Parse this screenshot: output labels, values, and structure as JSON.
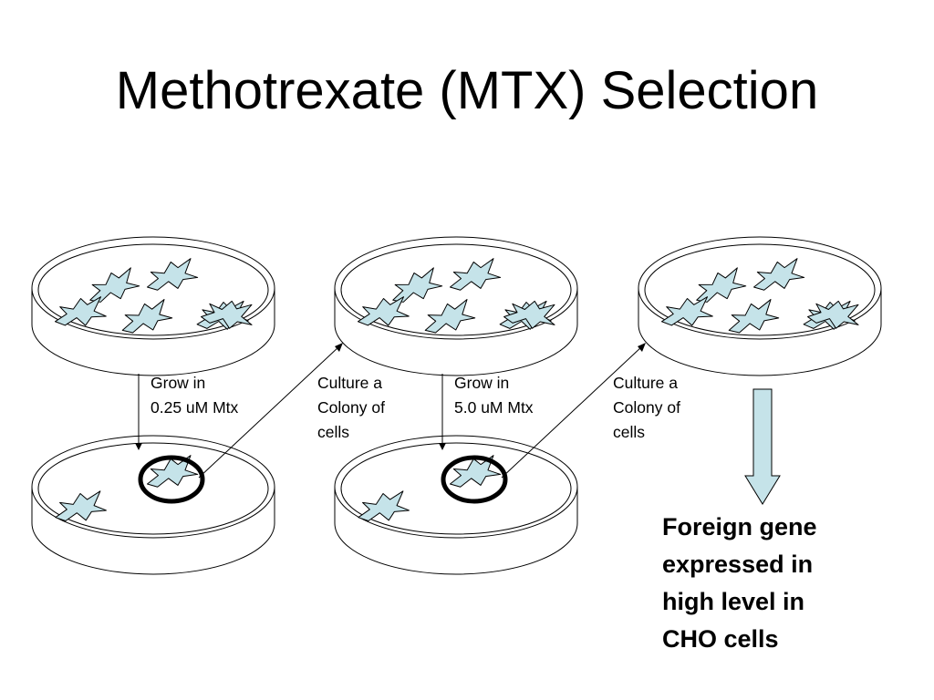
{
  "title": "Methotrexate (MTX) Selection",
  "labels": {
    "grow1": [
      "Grow in",
      "0.25 uM Mtx"
    ],
    "culture1": [
      "Culture a",
      "Colony of",
      "cells"
    ],
    "grow2": [
      "Grow in",
      "5.0 uM Mtx"
    ],
    "culture2": [
      "Culture a",
      "Colony of",
      "cells"
    ]
  },
  "result": [
    "Foreign gene",
    "expressed in",
    "high level in",
    "CHO cells"
  ],
  "colors": {
    "cell_fill": "#c5e3e9",
    "result_arrow_fill": "#c5e3e9",
    "colony_circle": "#000000"
  }
}
